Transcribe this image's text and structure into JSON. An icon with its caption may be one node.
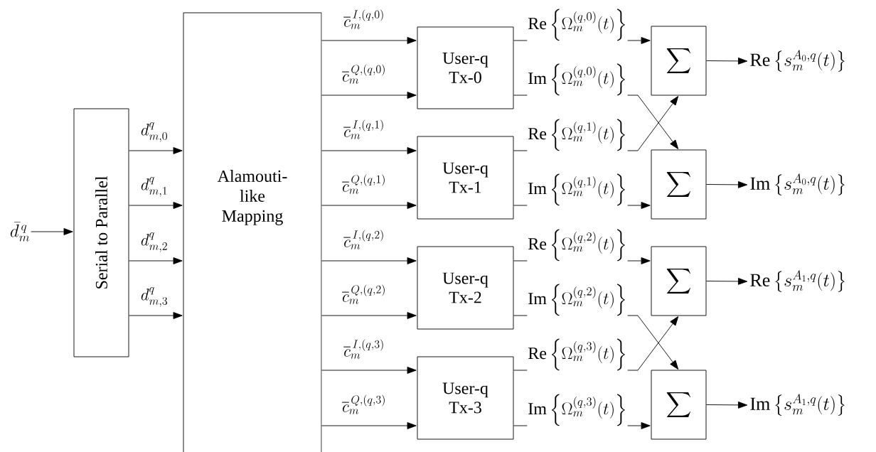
{
  "diagram": {
    "nodes": [
      {
        "text": [
          "\\bar{d}_m^{\\,q}"
        ]
      },
      {
        "text": [
          "Serial to Parallel"
        ]
      },
      {
        "text": [
          "Alamouti- like Mapping"
        ]
      },
      {
        "text": [
          "User-q Tx-0"
        ]
      },
      {
        "text": [
          "User-q Tx-1"
        ]
      },
      {
        "text": [
          "User-q Tx-2"
        ]
      },
      {
        "text": [
          "User-q Tx-3"
        ]
      },
      {
        "text": [
          "\\sum"
        ]
      },
      {
        "text": [
          "\\sum"
        ]
      },
      {
        "text": [
          "\\sum"
        ]
      },
      {
        "text": [
          "\\sum"
        ]
      },
      {
        "text": [
          "\\mathrm{Re}\\left\\{s_m^{A_0,q}(t)\\right\\}"
        ]
      },
      {
        "text": [
          "\\mathrm{Im}\\left\\{s_m^{A_0,q}(t)\\right\\}"
        ]
      },
      {
        "text": [
          "\\mathrm{Re}\\left\\{s_m^{A_1,q}(t)\\right\\}"
        ]
      },
      {
        "text": [
          "\\mathrm{Im}\\left\\{s_m^{A_1,q}(t)\\right\\}"
        ]
      }
    ],
    "edges": [
      {
        "from": 0,
        "to": 1,
        "arrow": "to"
      },
      {
        "from": 1,
        "to": 2,
        "arrow": "to",
        "label": "d_{m,0}^{q}"
      },
      {
        "from": 1,
        "to": 2,
        "arrow": "to",
        "label": "d_{m,1}^{q}"
      },
      {
        "from": 1,
        "to": 2,
        "arrow": "to",
        "label": "d_{m,2}^{q}"
      },
      {
        "from": 1,
        "to": 2,
        "arrow": "to",
        "label": "d_{m,3}^{q}"
      },
      {
        "from": 2,
        "to": 3,
        "arrow": "to",
        "label": "\\overline{c}_m^{\\,I,(q,0)}"
      },
      {
        "from": 2,
        "to": 3,
        "arrow": "to",
        "label": "\\overline{c}_m^{\\,Q,(q,0)}"
      },
      {
        "from": 2,
        "to": 4,
        "arrow": "to",
        "label": "\\overline{c}_m^{\\,I,(q,1)}"
      },
      {
        "from": 2,
        "to": 4,
        "arrow": "to",
        "label": "\\overline{c}_m^{\\,Q,(q,1)}"
      },
      {
        "from": 2,
        "to": 5,
        "arrow": "to",
        "label": "\\overline{c}_m^{\\,I,(q,2)}"
      },
      {
        "from": 2,
        "to": 5,
        "arrow": "to",
        "label": "\\overline{c}_m^{\\,Q,(q,2)}"
      },
      {
        "from": 2,
        "to": 6,
        "arrow": "to",
        "label": "\\overline{c}_m^{\\,I,(q,3)}"
      },
      {
        "from": 2,
        "to": 6,
        "arrow": "to",
        "label": "\\overline{c}_m^{\\,Q,(q,3)}"
      },
      {
        "from": 3,
        "to": 7,
        "arrow": "to",
        "label": "\\mathrm{Re}\\left\\{\\Omega_m^{(q,0)}(t)\\right\\}"
      },
      {
        "from": 3,
        "to": 8,
        "arrow": "to",
        "label": "\\mathrm{Im}\\left\\{\\Omega_m^{(q,0)}(t)\\right\\}"
      },
      {
        "from": 4,
        "to": 7,
        "arrow": "to",
        "label": "\\mathrm{Re}\\left\\{\\Omega_m^{(q,1)}(t)\\right\\}"
      },
      {
        "from": 4,
        "to": 8,
        "arrow": "to",
        "label": "\\mathrm{Im}\\left\\{\\Omega_m^{(q,1)}(t)\\right\\}"
      },
      {
        "from": 5,
        "to": 9,
        "arrow": "to",
        "label": "\\mathrm{Re}\\left\\{\\Omega_m^{(q,2)}(t)\\right\\}"
      },
      {
        "from": 5,
        "to": 10,
        "arrow": "to",
        "label": "\\mathrm{Im}\\left\\{\\Omega_m^{(q,2)}(t)\\right\\}"
      },
      {
        "from": 6,
        "to": 9,
        "arrow": "to",
        "label": "\\mathrm{Re}\\left\\{\\Omega_m^{(q,3)}(t)\\right\\}"
      },
      {
        "from": 6,
        "to": 10,
        "arrow": "to",
        "label": "\\mathrm{Im}\\left\\{\\Omega_m^{(q,3)}(t)\\right\\}"
      },
      {
        "from": 7,
        "to": 11,
        "arrow": "to"
      },
      {
        "from": 8,
        "to": 12,
        "arrow": "to"
      },
      {
        "from": 9,
        "to": 13,
        "arrow": "to"
      },
      {
        "from": 10,
        "to": 14,
        "arrow": "to"
      }
    ]
  }
}
